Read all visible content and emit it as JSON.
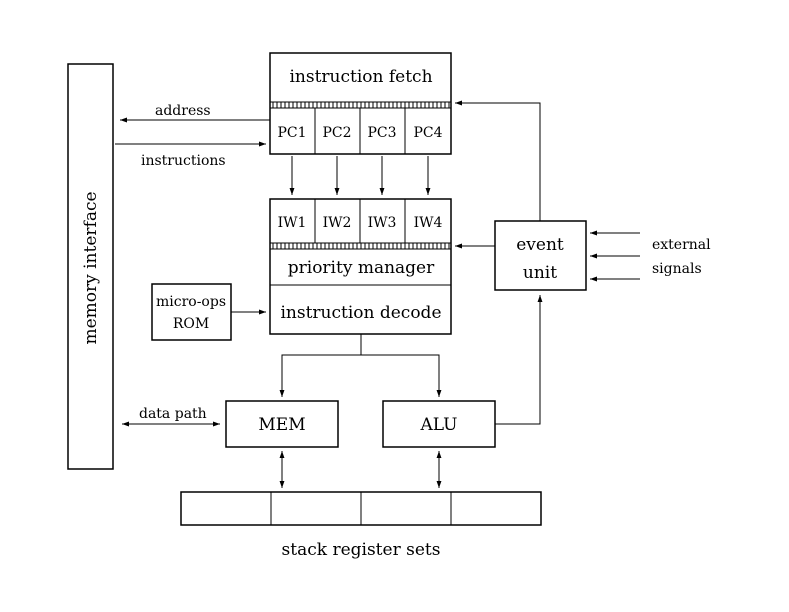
{
  "memory_interface": {
    "label": "memory interface"
  },
  "instruction_fetch": {
    "title": "instruction fetch",
    "pcs": [
      "PC1",
      "PC2",
      "PC3",
      "PC4"
    ]
  },
  "decode_block": {
    "iws": [
      "IW1",
      "IW2",
      "IW3",
      "IW4"
    ],
    "priority_manager": "priority manager",
    "instruction_decode": "instruction decode"
  },
  "microops_rom": {
    "line1": "micro-ops",
    "line2": "ROM"
  },
  "event_unit": {
    "line1": "event",
    "line2": "unit"
  },
  "external_signals": {
    "line1": "external",
    "line2": "signals"
  },
  "mem_unit": {
    "label": "MEM"
  },
  "alu_unit": {
    "label": "ALU"
  },
  "stack_registers": {
    "label": "stack register sets",
    "cells": 4
  },
  "labels": {
    "address": "address",
    "instructions": "instructions",
    "data_path": "data path"
  }
}
